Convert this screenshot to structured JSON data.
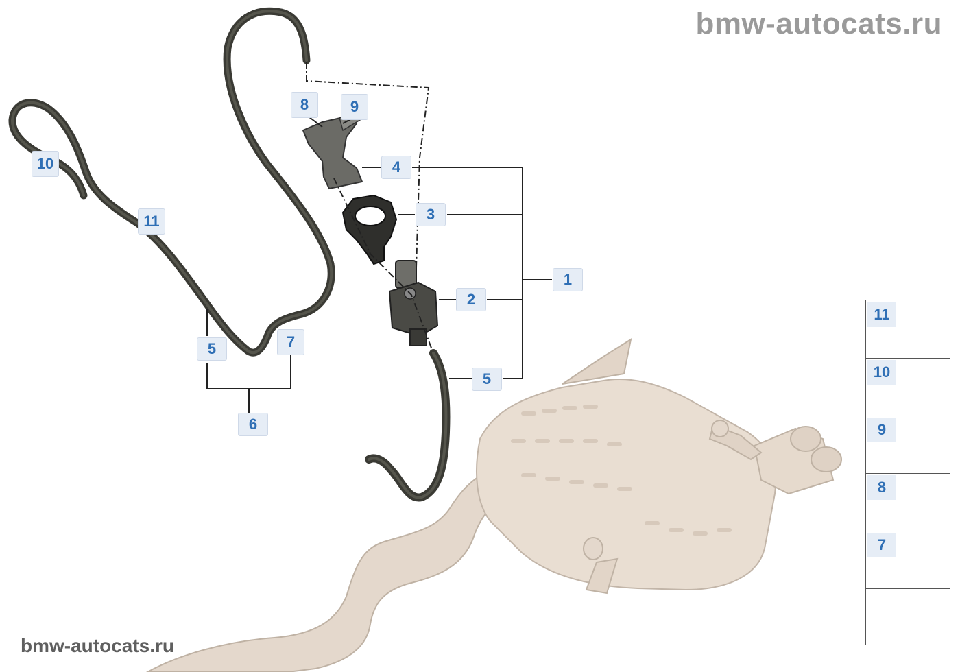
{
  "watermark": {
    "top": "bmw-autocats.ru",
    "bottom": "bmw-autocats.ru"
  },
  "callouts": {
    "c1": "1",
    "c2": "2",
    "c3": "3",
    "c4": "4",
    "c5a": "5",
    "c5b": "5",
    "c6": "6",
    "c7": "7",
    "c8": "8",
    "c9": "9",
    "c10": "10",
    "c11": "11"
  },
  "legend": [
    {
      "num": "11",
      "icon": "clip-icon"
    },
    {
      "num": "10",
      "icon": "hose-clamp-icon"
    },
    {
      "num": "9",
      "icon": "spring-nut-icon"
    },
    {
      "num": "8",
      "icon": "screw-icon"
    },
    {
      "num": "7",
      "icon": "cable-tie-clip-icon"
    },
    {
      "num": "",
      "icon": "vehicle-rear-arrow-icon"
    }
  ],
  "colors": {
    "callout_bg": "#e6edf6",
    "callout_text": "#2f6fb5",
    "hose": "#3a3a34",
    "muffler": "#e8dccf",
    "line": "#222222"
  }
}
